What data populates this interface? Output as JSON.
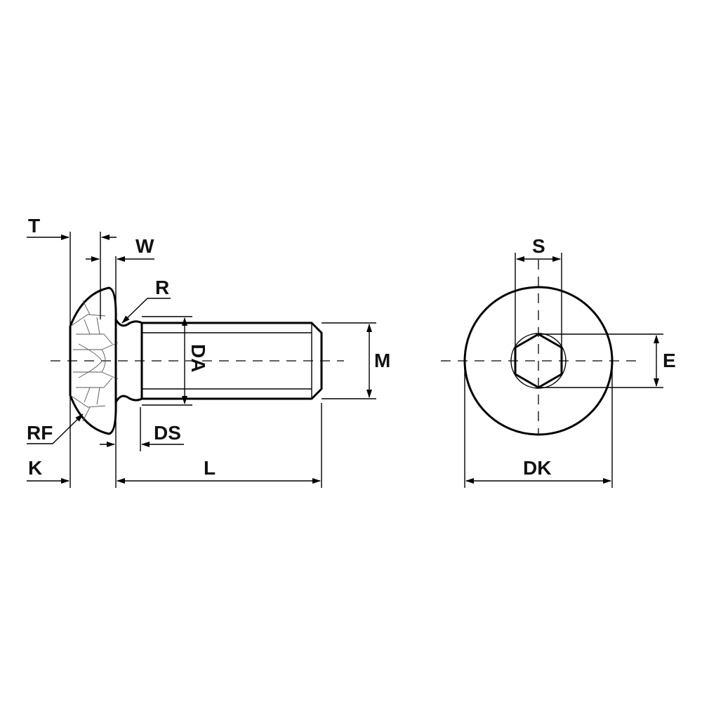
{
  "labels": {
    "T": "T",
    "W": "W",
    "R": "R",
    "DA": "DA",
    "M": "M",
    "RF": "RF",
    "DS": "DS",
    "K": "K",
    "L": "L",
    "S": "S",
    "E": "E",
    "DK": "DK"
  }
}
